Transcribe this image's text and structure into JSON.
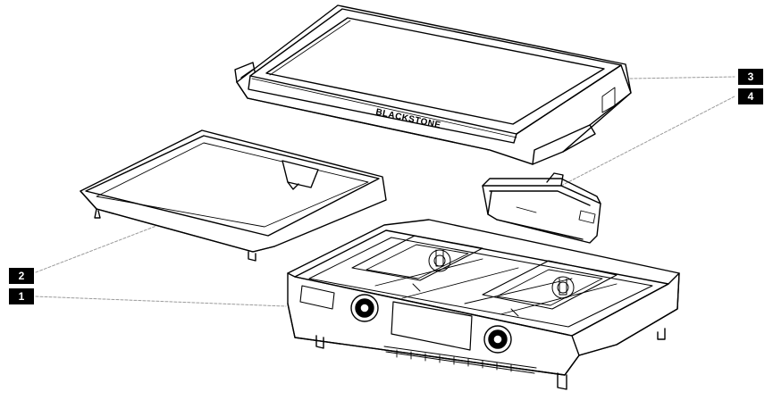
{
  "brand": "BLACKSTONE",
  "callouts": {
    "1": "1",
    "2": "2",
    "3": "3",
    "4": "4"
  },
  "colors": {
    "line": "#000000",
    "leader": "#9a9a9a",
    "fill": "#ffffff",
    "label_bg": "#000000"
  },
  "parts": {
    "1": "grill-base-icon",
    "2": "drip-tray-icon",
    "3": "griddle-top-icon",
    "4": "grease-cup-icon"
  }
}
